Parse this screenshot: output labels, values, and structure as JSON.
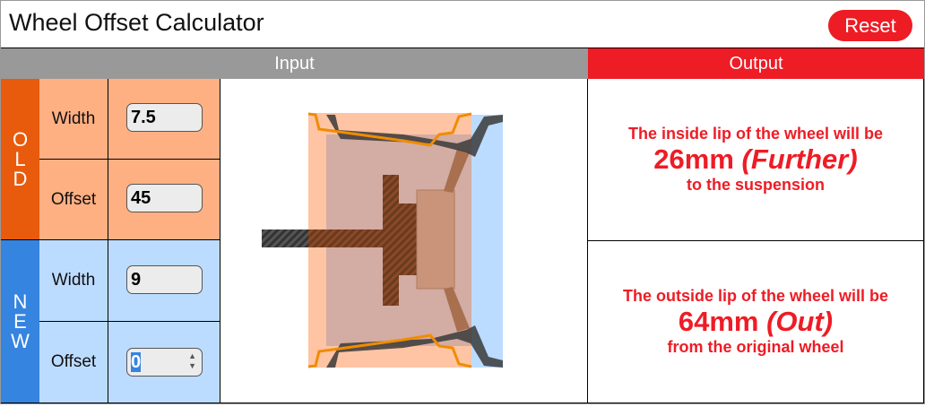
{
  "title": "Wheel Offset Calculator",
  "reset_label": "Reset",
  "headers": {
    "input": "Input",
    "output": "Output"
  },
  "colors": {
    "old": "#e85a0c",
    "old_bg": "#ffb083",
    "new": "#3584e0",
    "new_bg": "#bcdcff",
    "accent": "#ee1c25",
    "header_gray": "#999999"
  },
  "old": {
    "label": [
      "O",
      "L",
      "D"
    ],
    "width_label": "Width",
    "width_value": "7.5",
    "offset_label": "Offset",
    "offset_value": "45"
  },
  "new": {
    "label": [
      "N",
      "E",
      "W"
    ],
    "width_label": "Width",
    "width_value": "9",
    "offset_label": "Offset",
    "offset_value": "0"
  },
  "output": {
    "inside": {
      "line1": "The inside lip of the wheel will be",
      "amount": "26mm",
      "direction": "(Further)",
      "line3": "to the suspension"
    },
    "outside": {
      "line1": "The outside lip of the wheel will be",
      "amount": "64mm",
      "direction": "(Out)",
      "line3": "from the original wheel"
    }
  }
}
